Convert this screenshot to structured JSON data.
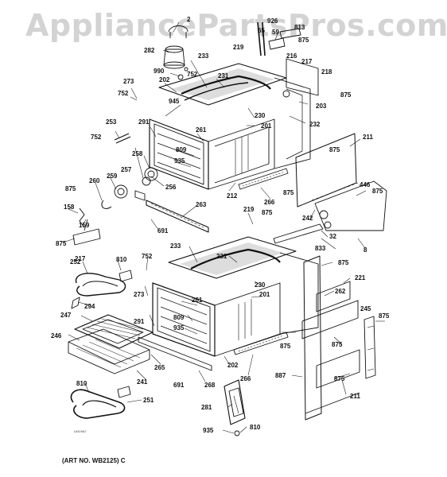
{
  "watermark": "AppliancePartsPros.com",
  "art_number": "(ART NO. WB2125) C",
  "code": "L8119A7",
  "labels": {
    "p2": "2",
    "p926": "926",
    "p813": "813",
    "p65": "65",
    "p59": "59",
    "p875": "875",
    "p282": "282",
    "p233": "233",
    "p219": "219",
    "p216": "216",
    "p217": "217",
    "p990": "990",
    "p752": "752",
    "p218": "218",
    "p273": "273",
    "p202": "202",
    "p231": "231",
    "p945": "945",
    "p203": "203",
    "p230": "230",
    "p232": "232",
    "p253": "253",
    "p291": "291",
    "p261": "261",
    "p201": "201",
    "p211": "211",
    "p809": "809",
    "p258": "258",
    "p935": "935",
    "p257": "257",
    "p259": "259",
    "p260": "260",
    "p256": "256",
    "p212": "212",
    "p266": "266",
    "p446": "446",
    "p263": "263",
    "p242": "242",
    "p158": "158",
    "p159": "159",
    "p691": "691",
    "p32": "32",
    "p833": "833",
    "p8": "8",
    "p252": "252",
    "p810": "810",
    "p221": "221",
    "p262": "262",
    "p294": "294",
    "p245": "245",
    "p247": "247",
    "p246": "246",
    "p265": "265",
    "p268": "268",
    "p887": "887",
    "p241": "241",
    "p281": "281",
    "p251": "251"
  }
}
